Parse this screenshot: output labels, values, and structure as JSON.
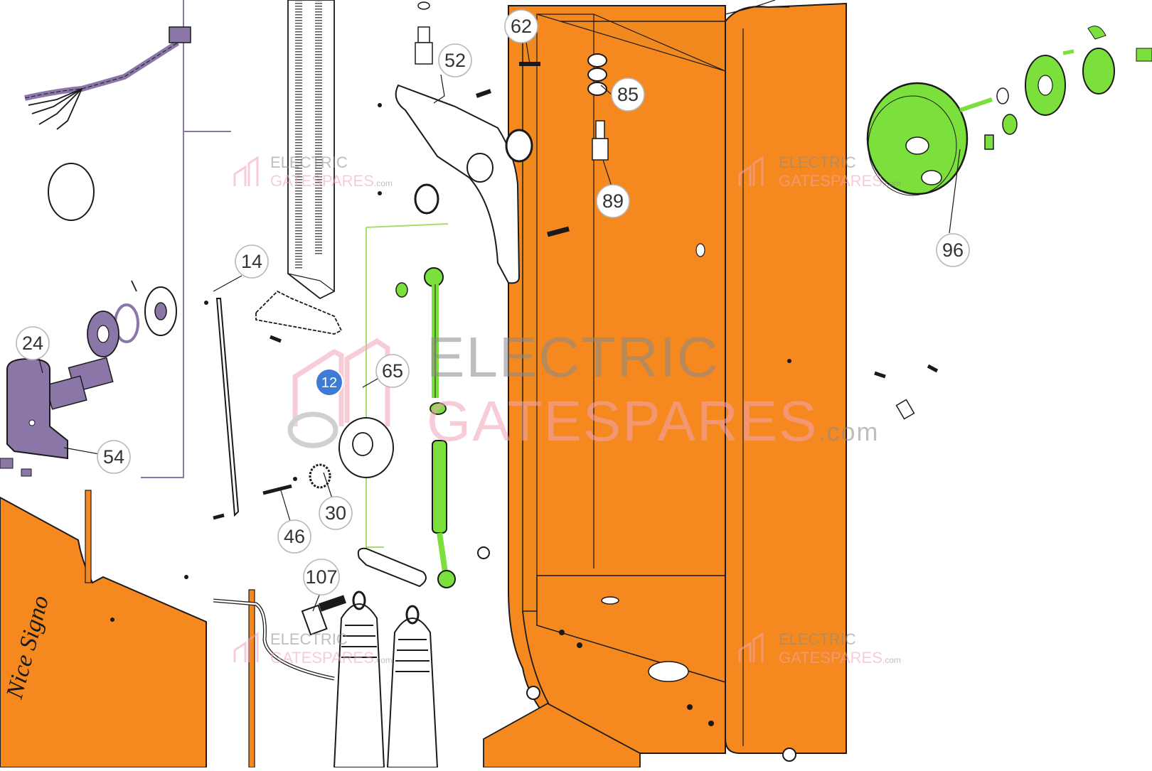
{
  "colors": {
    "orange": "#F5891F",
    "green": "#7CE03C",
    "purple": "#8B76A8",
    "blue": "#3E7BD6",
    "leader": "#8B76A8",
    "leader_green": "#A7DE70"
  },
  "callouts": {
    "c62": "62",
    "c52": "52",
    "c85": "85",
    "c89": "89",
    "c96": "96",
    "c14": "14",
    "c24": "24",
    "c65": "65",
    "c54": "54",
    "c30": "30",
    "c46": "46",
    "c107": "107"
  },
  "highlight_badge": "12",
  "watermark": {
    "line1": "ELECTRIC",
    "line2": "GATESPARES",
    "suffix": ".com"
  },
  "panel_label": "Nice Signo"
}
